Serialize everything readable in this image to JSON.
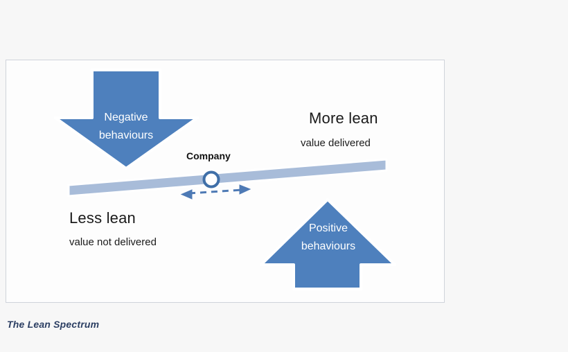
{
  "page": {
    "background_color": "#f7f7f7",
    "caption": "The Lean Spectrum"
  },
  "frame": {
    "background_color": "#fdfdfd",
    "border_color": "#cfd3da"
  },
  "diagram": {
    "title": "The Lean Spectrum",
    "type": "seesaw-spectrum",
    "colors": {
      "arrow_fill": "#4e80bd",
      "arrow_outline": "#ffffff",
      "beam_fill": "#a8bcd9",
      "pivot_ring": "#3f6fa8",
      "pivot_fill": "#ffffff",
      "dashed_arrow": "#4e7ab5",
      "caption_color": "#2c3f63",
      "label_color": "#1a1a1a",
      "arrow_text_color": "#ffffff"
    },
    "left_side": {
      "heading": "Less lean",
      "subheading": "value not delivered"
    },
    "right_side": {
      "heading": "More lean",
      "subheading": "value delivered"
    },
    "pivot": {
      "label": "Company"
    },
    "down_arrow": {
      "line1": "Negative",
      "line2": "behaviours",
      "direction": "down"
    },
    "up_arrow": {
      "line1": "Positive",
      "line2": "behaviours",
      "direction": "up"
    },
    "slider_arrow": {
      "direction": "left-right",
      "style": "dashed"
    }
  }
}
